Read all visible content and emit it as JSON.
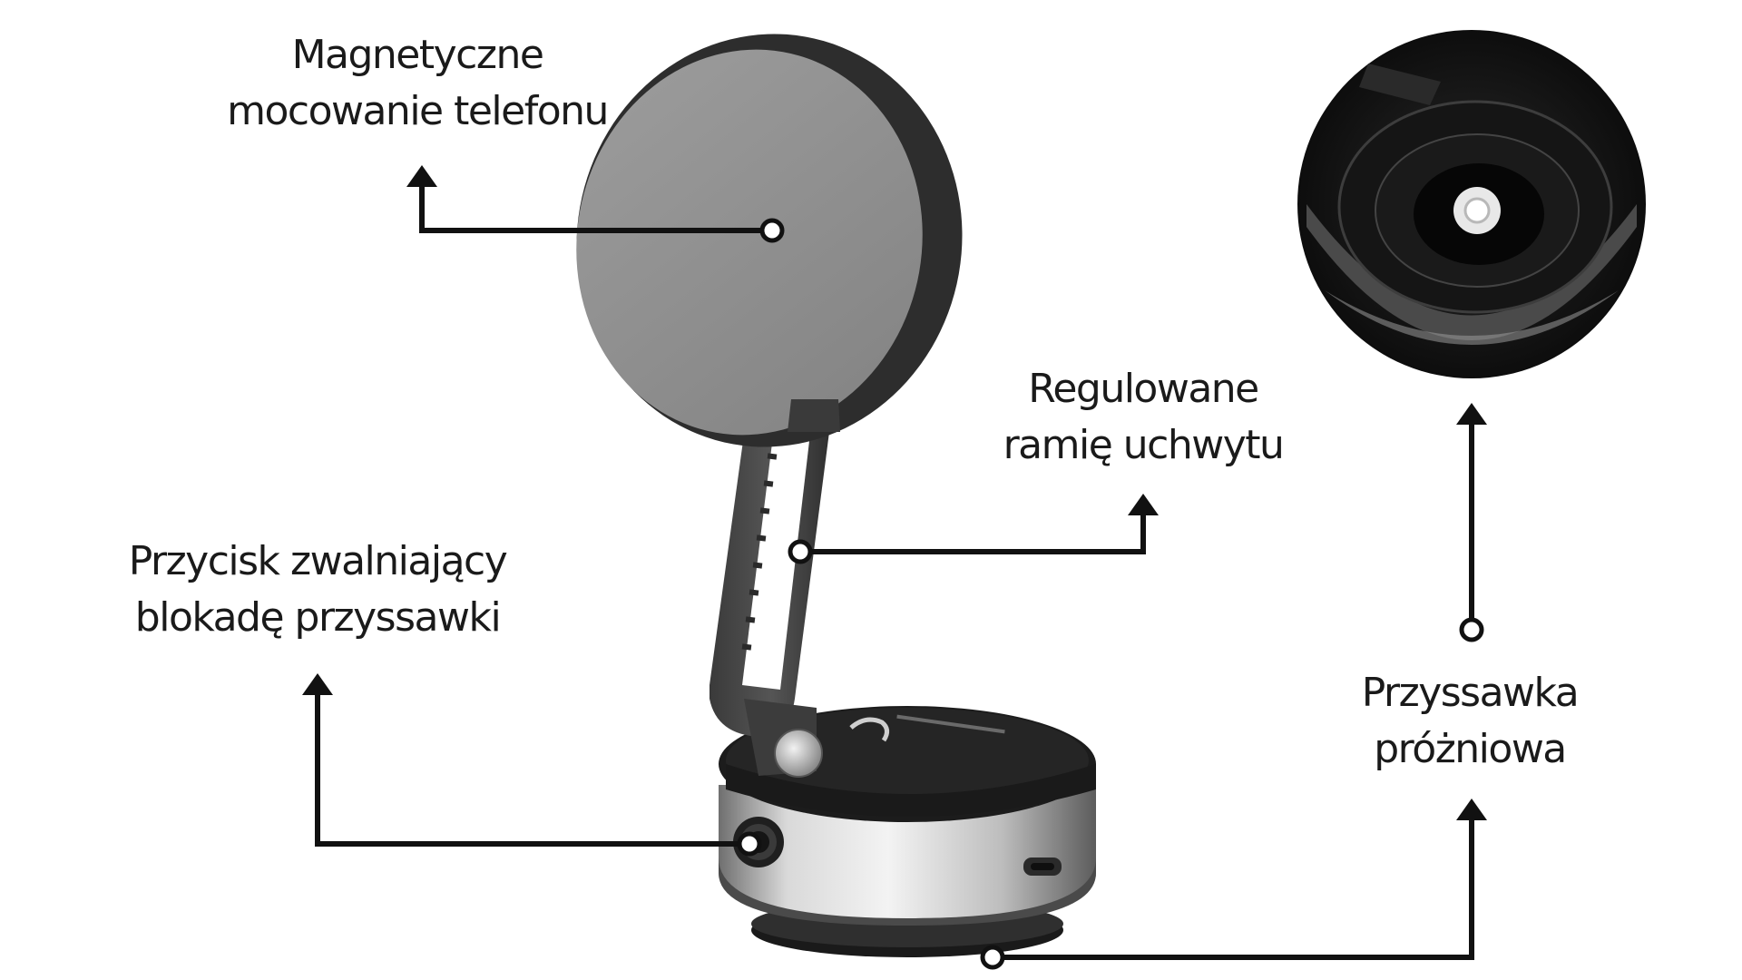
{
  "labels": {
    "magnetic": {
      "line1": "Magnetyczne",
      "line2": "mocowanie telefonu"
    },
    "arm": {
      "line1": "Regulowane",
      "line2": "ramię uchwytu"
    },
    "button": {
      "line1": "Przycisk zwalniający",
      "line2": "blokadę przyssawki"
    },
    "suction": {
      "line1": "Przyssawka",
      "line2": "próżniowa"
    }
  },
  "colors": {
    "callout": "#111111",
    "mount_face": "#8f8f8f",
    "mount_rim": "#2b2b2b",
    "body_dark": "#222222",
    "body_silver": "#c9c9c9",
    "background": "#ffffff"
  },
  "icons": {
    "callout_end": "ring-dot-icon",
    "callout_tip": "arrow-up-icon"
  }
}
